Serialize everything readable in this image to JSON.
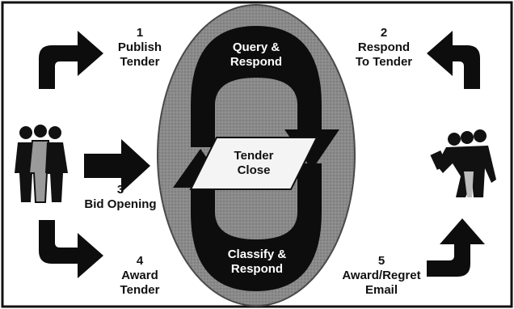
{
  "steps": [
    {
      "number": "1",
      "line1": "Publish",
      "line2": "Tender"
    },
    {
      "number": "2",
      "line1": "Respond",
      "line2": "To Tender"
    },
    {
      "number": "3",
      "line1": "Bid Opening"
    },
    {
      "number": "4",
      "line1": "Award",
      "line2": "Tender"
    },
    {
      "number": "5",
      "line1": "Award/Regret",
      "line2": "Email"
    }
  ],
  "cycle": {
    "top_line1": "Query &",
    "top_line2": "Respond",
    "bottom_line1": "Classify &",
    "bottom_line2": "Respond",
    "center_line1": "Tender",
    "center_line2": "Close"
  },
  "colors": {
    "ellipse": "#8a8a8a",
    "arrows": "#0d0d0d",
    "panel": "#f4f4f4"
  }
}
